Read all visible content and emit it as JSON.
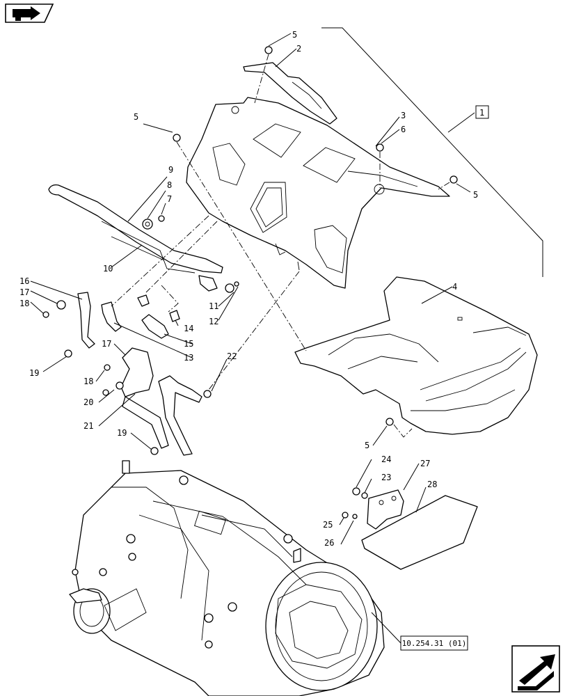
{
  "callouts": [
    {
      "id": "c5a",
      "text": "5"
    },
    {
      "id": "c2",
      "text": "2"
    },
    {
      "id": "c3",
      "text": "3"
    },
    {
      "id": "c6",
      "text": "6"
    },
    {
      "id": "c5b",
      "text": "5"
    },
    {
      "id": "c5c",
      "text": "5"
    },
    {
      "id": "c9",
      "text": "9"
    },
    {
      "id": "c8",
      "text": "8"
    },
    {
      "id": "c7",
      "text": "7"
    },
    {
      "id": "c10",
      "text": "10"
    },
    {
      "id": "c16",
      "text": "16"
    },
    {
      "id": "c17a",
      "text": "17"
    },
    {
      "id": "c18a",
      "text": "18"
    },
    {
      "id": "c11",
      "text": "11"
    },
    {
      "id": "c12",
      "text": "12"
    },
    {
      "id": "c14",
      "text": "14"
    },
    {
      "id": "c15",
      "text": "15"
    },
    {
      "id": "c13",
      "text": "13"
    },
    {
      "id": "c19a",
      "text": "19"
    },
    {
      "id": "c17b",
      "text": "17"
    },
    {
      "id": "c18b",
      "text": "18"
    },
    {
      "id": "c20",
      "text": "20"
    },
    {
      "id": "c22",
      "text": "22"
    },
    {
      "id": "c21",
      "text": "21"
    },
    {
      "id": "c19b",
      "text": "19"
    },
    {
      "id": "c4",
      "text": "4"
    },
    {
      "id": "c5d",
      "text": "5"
    },
    {
      "id": "c24",
      "text": "24"
    },
    {
      "id": "c23",
      "text": "23"
    },
    {
      "id": "c27",
      "text": "27"
    },
    {
      "id": "c28",
      "text": "28"
    },
    {
      "id": "c25",
      "text": "25"
    },
    {
      "id": "c26",
      "text": "26"
    }
  ],
  "boxed_label": "1",
  "reference": "10.254.31 (01)",
  "icons": {
    "top_left": "book-arrow-icon",
    "bottom_right": "next-page-arrow-icon"
  }
}
